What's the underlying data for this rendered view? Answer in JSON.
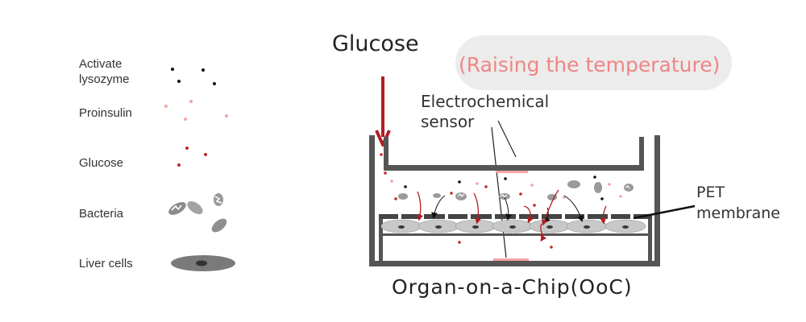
{
  "legend": {
    "items": [
      {
        "label_line1": "Activate",
        "label_line2": "lysozyme",
        "icon": "lysozyme-dots-icon",
        "color": "#111111"
      },
      {
        "label": "Proinsulin",
        "icon": "proinsulin-dots-icon",
        "color": "#f4a3a3"
      },
      {
        "label": "Glucose",
        "icon": "glucose-dots-icon",
        "color": "#c0272d"
      },
      {
        "label": "Bacteria",
        "icon": "bacteria-icon",
        "color": "#8c8c8c"
      },
      {
        "label": "Liver cells",
        "icon": "liver-cell-icon",
        "color": "#7a7a7a"
      }
    ]
  },
  "diagram": {
    "glucose_label": "Glucose",
    "temperature_label": "(Raising the temperature)",
    "sensor_label_line1": "Electrochemical",
    "sensor_label_line2": "sensor",
    "membrane_label_line1": "PET",
    "membrane_label_line2": "membrane",
    "device_caption": "Organ-on-a-Chip(OoC)",
    "colors": {
      "wall": "#555555",
      "arrow": "#b01e23",
      "temperature_text": "#f08585",
      "temperature_bg": "#ececec",
      "sensor": "#f4a3a3",
      "membrane": "#444444",
      "cells": "#c6c6c6"
    }
  }
}
